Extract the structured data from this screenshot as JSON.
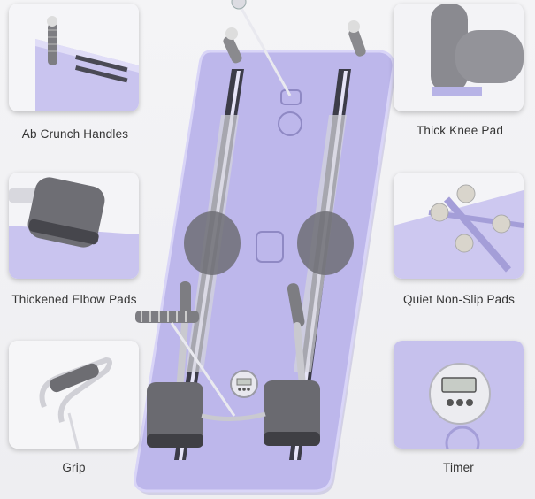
{
  "features": {
    "ab_crunch_handles": "Ab Crunch Handles",
    "thick_knee_pad": "Thick Knee Pad",
    "thickened_elbow_pads": "Thickened Elbow Pads",
    "quiet_non_slip_pads": "Quiet Non-Slip Pads",
    "grip": "Grip",
    "timer": "Timer"
  },
  "colors": {
    "board_lavender": "#b9b3e8",
    "board_edge": "#d9d5f7",
    "pad_gray": "#8a8a8e",
    "metal": "#c9c9cf"
  }
}
